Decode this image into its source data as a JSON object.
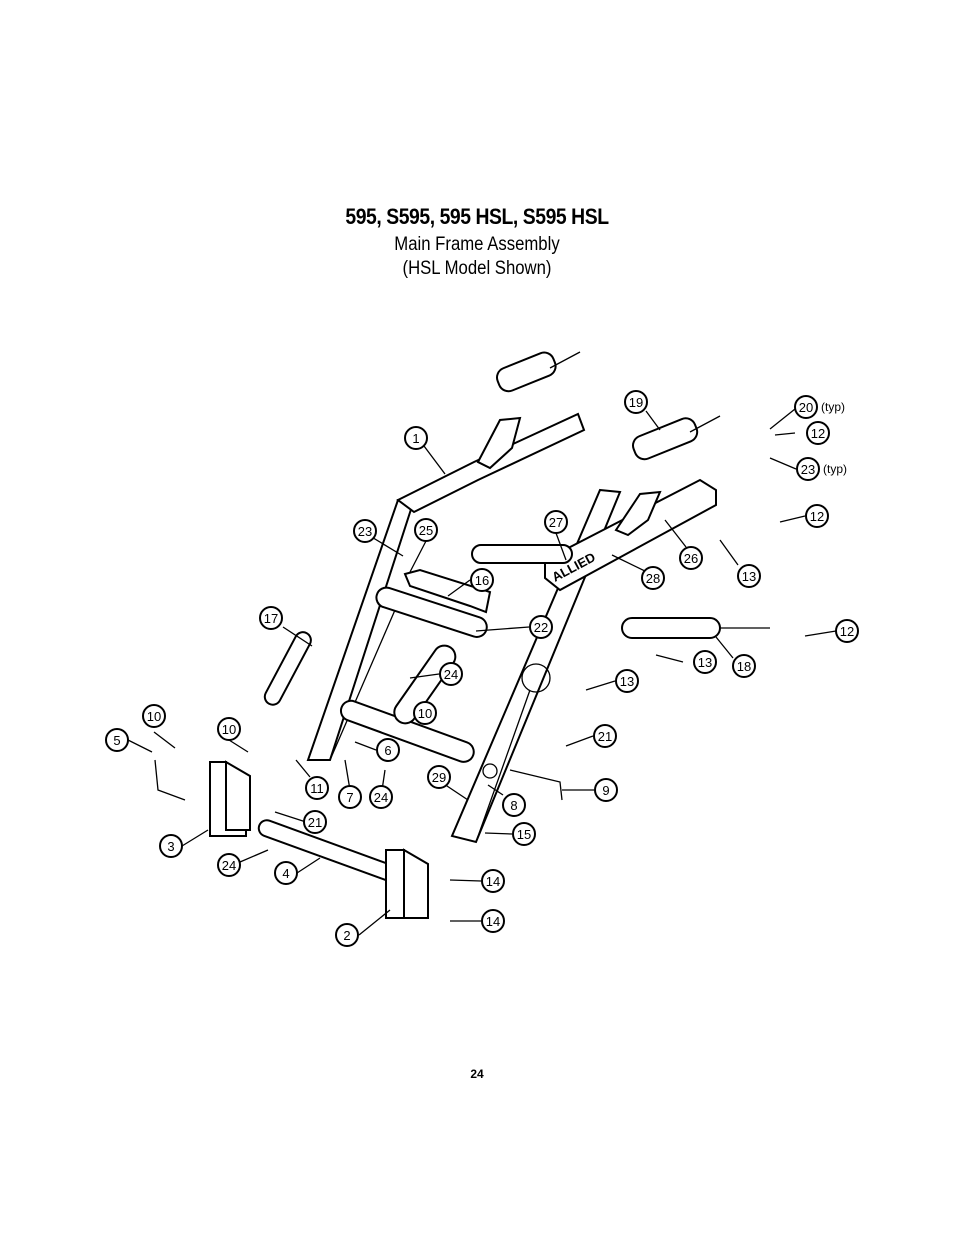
{
  "title": {
    "models": "595, S595, 595 HSL, S595 HSL",
    "subtitle": "Main Frame Assembly",
    "note": "(HSL Model Shown)"
  },
  "page_number": "24",
  "typ_label": "(typ)",
  "frame_label": "ALLIED",
  "callouts": [
    "1",
    "2",
    "3",
    "4",
    "5",
    "6",
    "7",
    "8",
    "9",
    "10",
    "10",
    "11",
    "12",
    "12",
    "12",
    "12",
    "13",
    "13",
    "13",
    "14",
    "14",
    "15",
    "16",
    "17",
    "18",
    "19",
    "20",
    "21",
    "21",
    "22",
    "23",
    "23",
    "24",
    "24",
    "24",
    "25",
    "26",
    "27",
    "28",
    "29"
  ]
}
